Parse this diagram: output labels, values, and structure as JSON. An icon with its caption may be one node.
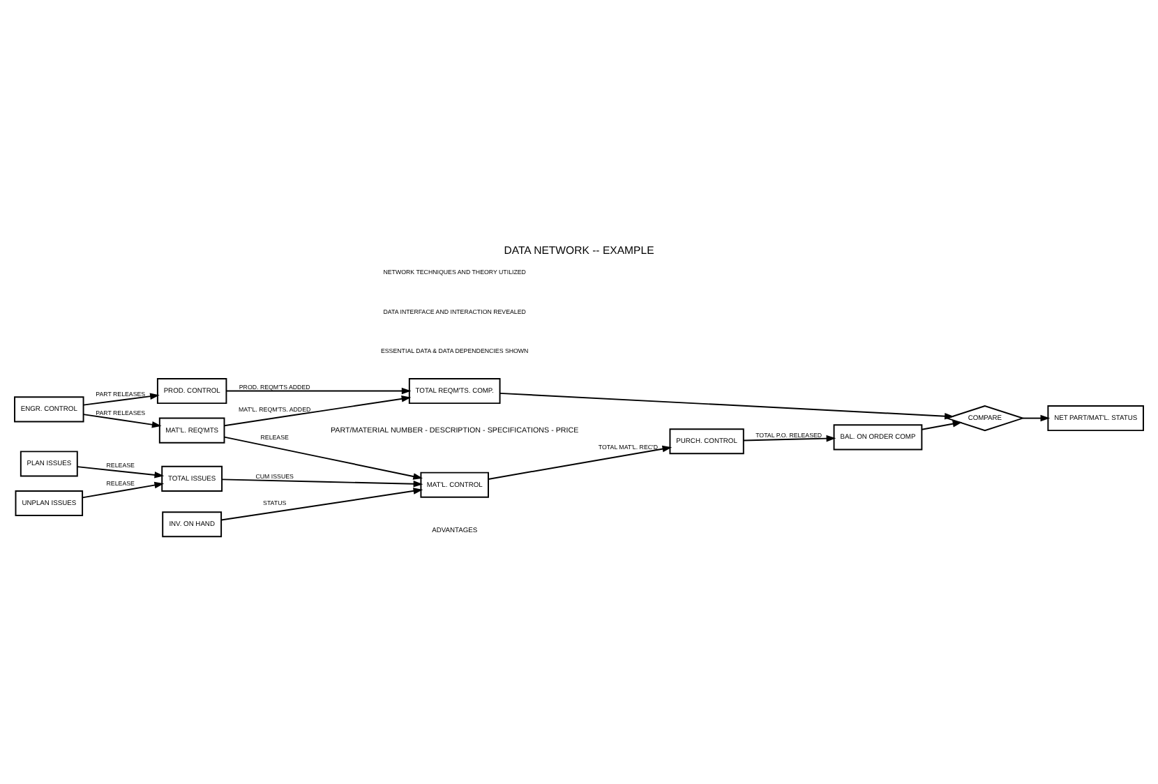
{
  "diagram": {
    "title": "DATA NETWORK -- EXAMPLE",
    "nodes": [
      {
        "text": [
          "ENGR. CONTROL"
        ]
      },
      {
        "text": [
          "PROD. CONTROL"
        ]
      },
      {
        "text": [
          "TOTAL REQM'TS. COMP."
        ]
      },
      {
        "text": [
          "MAT'L. REQ'MTS"
        ]
      },
      {
        "text": [
          "COMPARE"
        ]
      },
      {
        "text": [
          "NET PART/MAT'L. STATUS"
        ]
      },
      {
        "text": [
          "PLAN ISSUES"
        ]
      },
      {
        "text": [
          "TOTAL ISSUES"
        ]
      },
      {
        "text": [
          "MAT'L. CONTROL"
        ]
      },
      {
        "text": [
          "PURCH. CONTROL"
        ]
      },
      {
        "text": [
          "BAL. ON ORDER COMP"
        ]
      },
      {
        "text": [
          "UNPLAN ISSUES"
        ]
      },
      {
        "text": [
          "INV. ON HAND"
        ]
      }
    ],
    "edges": [
      {
        "from": 0,
        "to": 1,
        "arrow": "to",
        "label": "PART RELEASES"
      },
      {
        "from": 1,
        "to": 2,
        "arrow": "to",
        "label": "PROD. REQM'TS ADDED"
      },
      {
        "from": 0,
        "to": 3,
        "arrow": "to",
        "label": "PART RELEASES"
      },
      {
        "from": 3,
        "to": 2,
        "arrow": "to",
        "label": "MAT'L. REQM'TS. ADDED"
      },
      {
        "from": 3,
        "to": 8,
        "arrow": "to",
        "label": "RELEASE"
      },
      {
        "from": 6,
        "to": 7,
        "arrow": "to",
        "label": "RELEASE"
      },
      {
        "from": 11,
        "to": 7,
        "arrow": "to",
        "label": "RELEASE"
      },
      {
        "from": 7,
        "to": 8,
        "arrow": "to",
        "label": "CUM ISSUES"
      },
      {
        "from": 12,
        "to": 8,
        "arrow": "to",
        "label": "STATUS"
      },
      {
        "from": 8,
        "to": 9,
        "arrow": "to",
        "label": "TOTAL MAT'L. REC'D"
      },
      {
        "from": 9,
        "to": 10,
        "arrow": "to",
        "label": "TOTAL P.O. RELEASED"
      },
      {
        "from": 2,
        "to": 4,
        "arrow": "to"
      },
      {
        "from": 10,
        "to": 4,
        "arrow": "to"
      },
      {
        "from": 4,
        "to": 5,
        "arrow": "to"
      }
    ],
    "labels": [
      "PART/MATERIAL NUMBER - DESCRIPTION - SPECIFICATIONS - PRICE",
      "ADVANTAGES",
      "ESSENTIAL DATA & DATA DEPENDENCIES SHOWN",
      "DATA INTERFACE AND INTERACTION REVEALED",
      "NETWORK TECHNIQUES AND THEORY UTILIZED"
    ]
  }
}
